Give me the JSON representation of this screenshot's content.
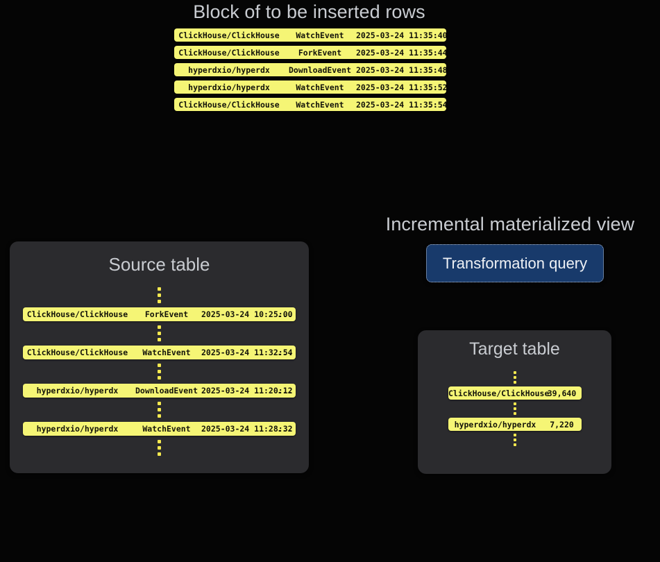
{
  "block": {
    "heading": "Block of to be inserted rows",
    "rows": [
      {
        "repo": "ClickHouse/ClickHouse",
        "event": "WatchEvent",
        "timestamp": "2025-03-24 11:35:40",
        "more": "..."
      },
      {
        "repo": "ClickHouse/ClickHouse",
        "event": "ForkEvent",
        "timestamp": "2025-03-24 11:35:44",
        "more": "..."
      },
      {
        "repo": "hyperdxio/hyperdx",
        "event": "DownloadEvent",
        "timestamp": "2025-03-24 11:35:48",
        "more": "..."
      },
      {
        "repo": "hyperdxio/hyperdx",
        "event": "WatchEvent",
        "timestamp": "2025-03-24 11:35:52",
        "more": "..."
      },
      {
        "repo": "ClickHouse/ClickHouse",
        "event": "WatchEvent",
        "timestamp": "2025-03-24 11:35:54",
        "more": "..."
      }
    ]
  },
  "source_table": {
    "title": "Source table",
    "rows": [
      {
        "repo": "ClickHouse/ClickHouse",
        "event": "ForkEvent",
        "timestamp": "2025-03-24 10:25:00",
        "more": "..."
      },
      {
        "repo": "ClickHouse/ClickHouse",
        "event": "WatchEvent",
        "timestamp": "2025-03-24 11:32:54",
        "more": "..."
      },
      {
        "repo": "hyperdxio/hyperdx",
        "event": "DownloadEvent",
        "timestamp": "2025-03-24 11:20:12",
        "more": "..."
      },
      {
        "repo": "hyperdxio/hyperdx",
        "event": "WatchEvent",
        "timestamp": "2025-03-24 11:28:32",
        "more": "..."
      }
    ]
  },
  "materialized_view": {
    "heading": "Incremental materialized view",
    "transformation_query_label": "Transformation query"
  },
  "target_table": {
    "title": "Target table",
    "rows": [
      {
        "repo": "ClickHouse/ClickHouse",
        "count": "39,640"
      },
      {
        "repo": "hyperdxio/hyperdx",
        "count": "7,220"
      }
    ]
  },
  "colors": {
    "background": "#050505",
    "panel": "#2b2b2e",
    "row_yellow": "#f5f575",
    "row_text": "#14140a",
    "heading_text": "#c9ccd1",
    "query_box_fill": "#183a6b",
    "query_box_border": "#b9c4d4",
    "dot": "#f5e94f"
  }
}
